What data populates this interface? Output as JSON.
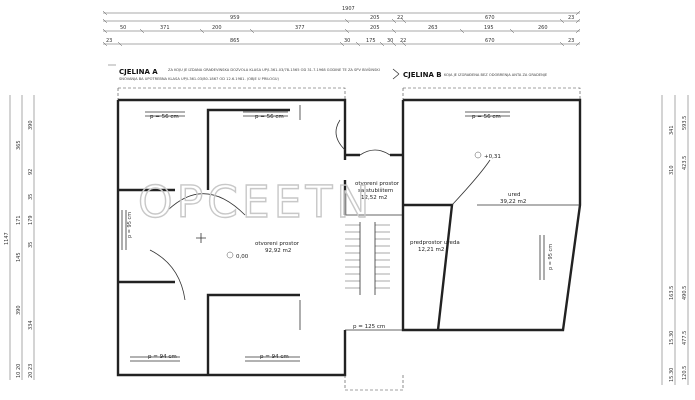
{
  "watermark": "OPCEETN",
  "top_dims": {
    "row1_total": "1907",
    "row1": [
      "959",
      "205",
      "22",
      "670",
      "23"
    ],
    "row2": [
      "50",
      "371",
      "200",
      "377",
      "205",
      "263",
      "195",
      "260"
    ],
    "row3": [
      "23",
      "865",
      "30",
      "175",
      "30",
      "22",
      "670",
      "23"
    ]
  },
  "left_dims": {
    "outer": "1147",
    "inner": [
      "365",
      "171",
      "145",
      "390",
      "10 20"
    ],
    "inner2": [
      "390",
      "92",
      "35",
      "179",
      "35",
      "334",
      "20 23"
    ]
  },
  "right_dims": {
    "outer": [
      "593.5",
      "423.5",
      "490.5",
      "477.5",
      "120.5"
    ],
    "inner": [
      "341",
      "310",
      "163.5",
      "15.30",
      "15.30"
    ]
  },
  "headers": {
    "cjelina_a": "CJELINA A",
    "cjelina_a_note1": "ZA KOJU JE IZDANA  GRAĐEVINSKA DOZVOLA KLASA UP/I-361-03/78-1565 OD 31.7.1968 GODINE TE ZA SPV  BIVŠINSKI",
    "cjelina_a_note2": "SNOVANJA BA UPOTREBNA KLASA UP/I-361-03/80-1867 OD 12.6.1981. (OBJE U PRILOGU)",
    "cjelina_b": "CJELINA B",
    "cjelina_b_note": "KOJA JE IZGRAĐENA BEZ ODOBRENJA ANTA ZA GRADENJE"
  },
  "rooms": {
    "stair": {
      "label1": "otvoreni prostor",
      "label2": "sa stubištem",
      "area": "12,52 m2"
    },
    "open": {
      "label": "otvoreni prostor",
      "area": "92,92 m2"
    },
    "office": {
      "label": "ured",
      "area": "39,22 m2"
    },
    "pre": {
      "label": "predprostor ureda",
      "area": "12,21 m2"
    }
  },
  "windows": {
    "a1": "p = 56 cm",
    "a2": "p = 56 cm",
    "a3": "p = 94 cm",
    "a4": "p = 94 cm",
    "b1": "p = 56 cm",
    "side_left": "p = 95 cm",
    "side_right": "p = 95 cm",
    "door_bottom": "p = 125 cm"
  },
  "levels": {
    "main": "0,00",
    "office": "+0,31"
  }
}
